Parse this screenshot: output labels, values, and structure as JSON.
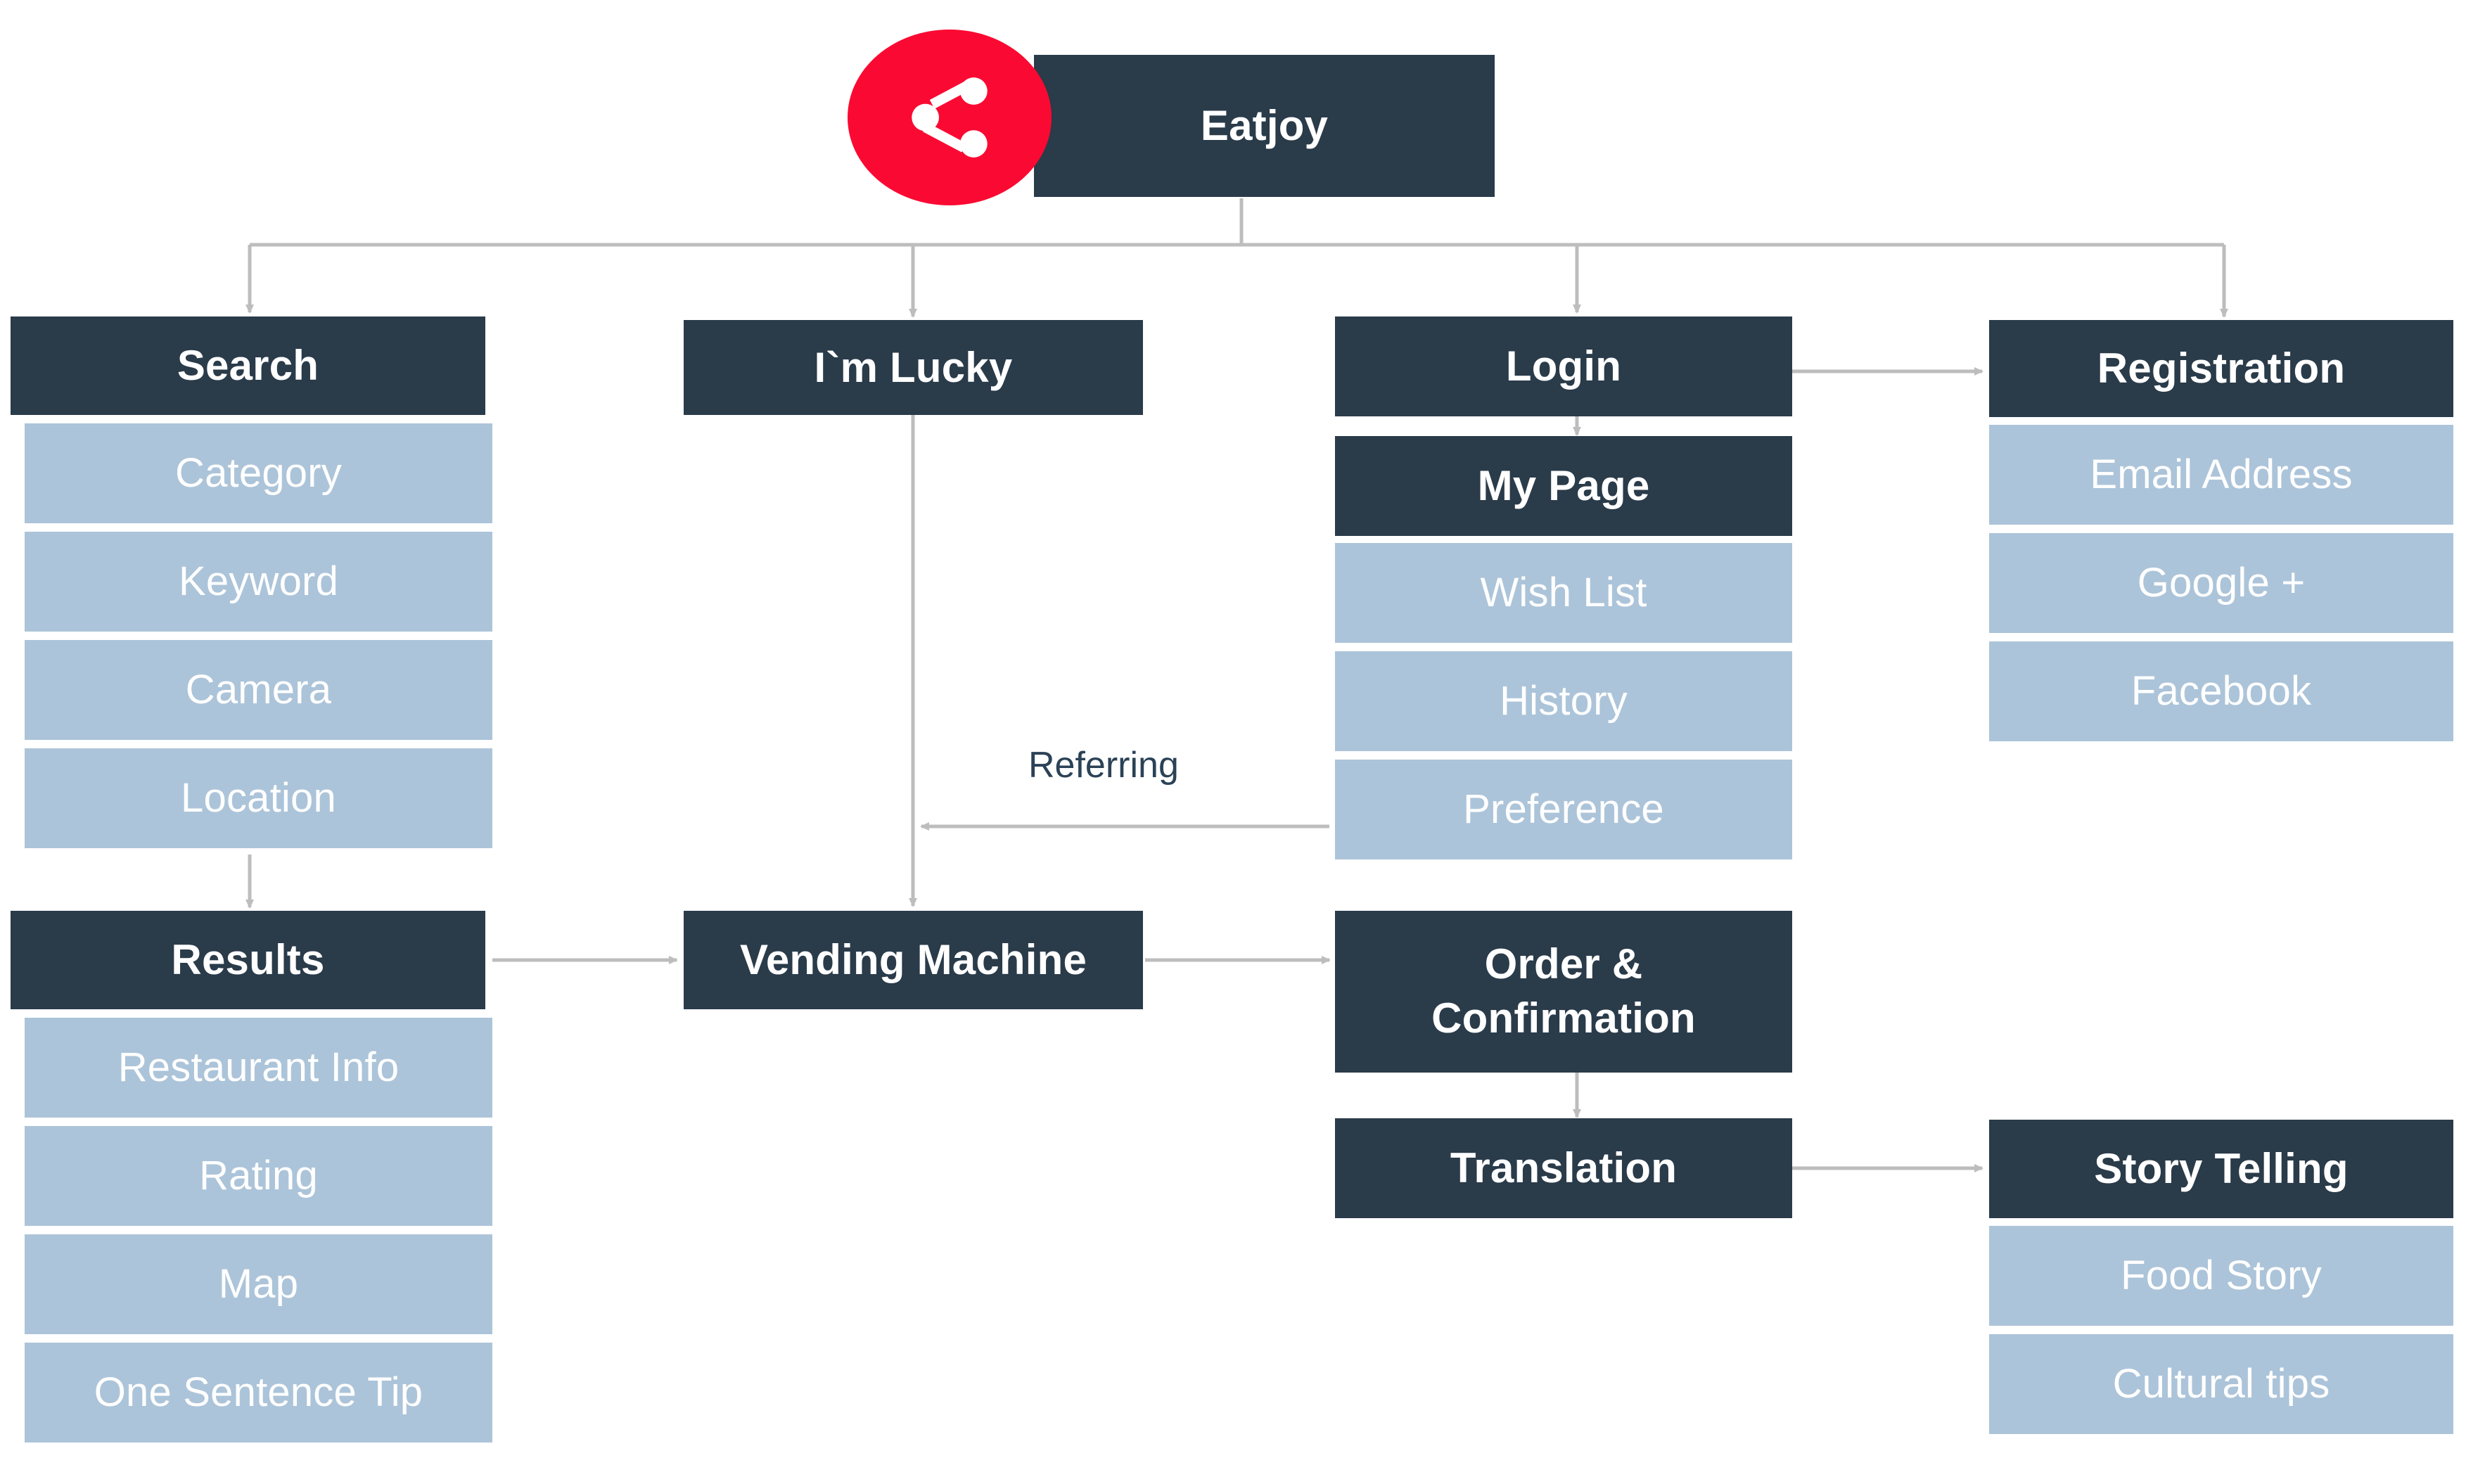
{
  "diagram": {
    "title": "Eatjoy",
    "type": "sitemap",
    "colors": {
      "node_dark": "#2a3b4a",
      "node_light": "#acc4d9",
      "badge_red": "#fa0a32",
      "connector": "#bdbdbd",
      "label_text": "#2b4257",
      "node_text": "#ffffff",
      "background": "#ffffff"
    },
    "root": {
      "label": "Eatjoy",
      "icon": "share-icon"
    },
    "branches": {
      "search": {
        "header": "Search",
        "children": [
          "Category",
          "Keyword",
          "Camera",
          "Location"
        ]
      },
      "results": {
        "header": "Results",
        "children": [
          "Restaurant Info",
          "Rating",
          "Map",
          "One Sentence Tip"
        ]
      },
      "lucky": {
        "header": "I`m Lucky"
      },
      "vending": {
        "header": "Vending Machine"
      },
      "login": {
        "header": "Login"
      },
      "my_page": {
        "header": "My Page",
        "children": [
          "Wish List",
          "History",
          "Preference"
        ]
      },
      "order": {
        "header_line1": "Order &",
        "header_line2": "Confirmation"
      },
      "translation": {
        "header": "Translation"
      },
      "registration": {
        "header": "Registration",
        "children": [
          "Email Address",
          "Google +",
          "Facebook"
        ]
      },
      "story_telling": {
        "header": "Story Telling",
        "children": [
          "Food Story",
          "Cultural tips"
        ]
      }
    },
    "edge_labels": {
      "referring": "Referring"
    }
  }
}
